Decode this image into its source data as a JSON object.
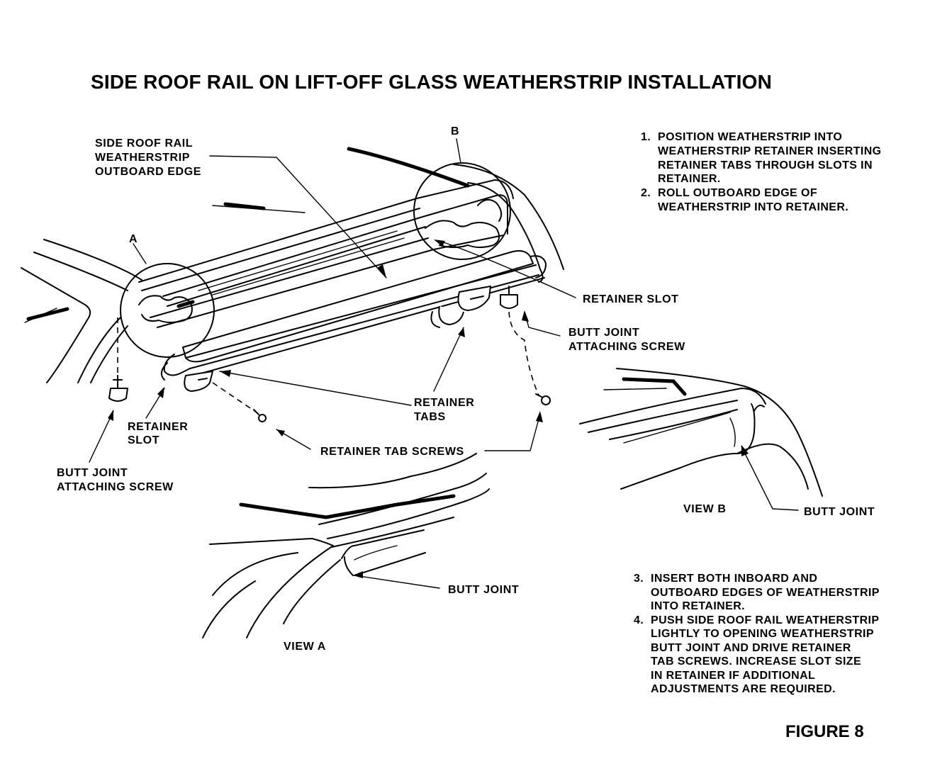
{
  "title": "SIDE ROOF RAIL ON LIFT-OFF GLASS WEATHERSTRIP INSTALLATION",
  "figure_label": "FIGURE 8",
  "callouts": {
    "a": "A",
    "b": "B",
    "weatherstrip_outboard_edge": [
      "SIDE ROOF RAIL",
      "WEATHERSTRIP",
      "OUTBOARD EDGE"
    ],
    "retainer_slot_right": [
      "RETAINER SLOT"
    ],
    "butt_joint_screw_right": [
      "BUTT JOINT",
      "ATTACHING SCREW"
    ],
    "retainer_tabs": [
      "RETAINER",
      "TABS"
    ],
    "retainer_tab_screws": [
      "RETAINER TAB SCREWS"
    ],
    "retainer_slot_left": [
      "RETAINER",
      "SLOT"
    ],
    "butt_joint_screw_left": [
      "BUTT JOINT",
      "ATTACHING SCREW"
    ],
    "view_a_butt_joint": "BUTT JOINT",
    "view_a": "VIEW A",
    "view_b": "VIEW B",
    "view_b_butt_joint": "BUTT JOINT"
  },
  "steps_top": [
    {
      "num": "1.",
      "lines": [
        "POSITION WEATHERSTRIP INTO",
        "WEATHERSTRIP RETAINER INSERTING",
        "RETAINER TABS THROUGH SLOTS IN",
        "RETAINER."
      ]
    },
    {
      "num": "2.",
      "lines": [
        "ROLL OUTBOARD EDGE OF",
        "WEATHERSTRIP INTO RETAINER."
      ]
    }
  ],
  "steps_bottom": [
    {
      "num": "3.",
      "lines": [
        "INSERT BOTH INBOARD AND",
        "OUTBOARD EDGES OF WEATHERSTRIP",
        "INTO RETAINER."
      ]
    },
    {
      "num": "4.",
      "lines": [
        "PUSH SIDE ROOF RAIL WEATHERSTRIP",
        "LIGHTLY TO OPENING WEATHERSTRIP",
        "BUTT JOINT AND DRIVE RETAINER",
        "TAB SCREWS. INCREASE SLOT SIZE",
        "IN RETAINER IF ADDITIONAL",
        "ADJUSTMENTS ARE REQUIRED."
      ]
    }
  ]
}
